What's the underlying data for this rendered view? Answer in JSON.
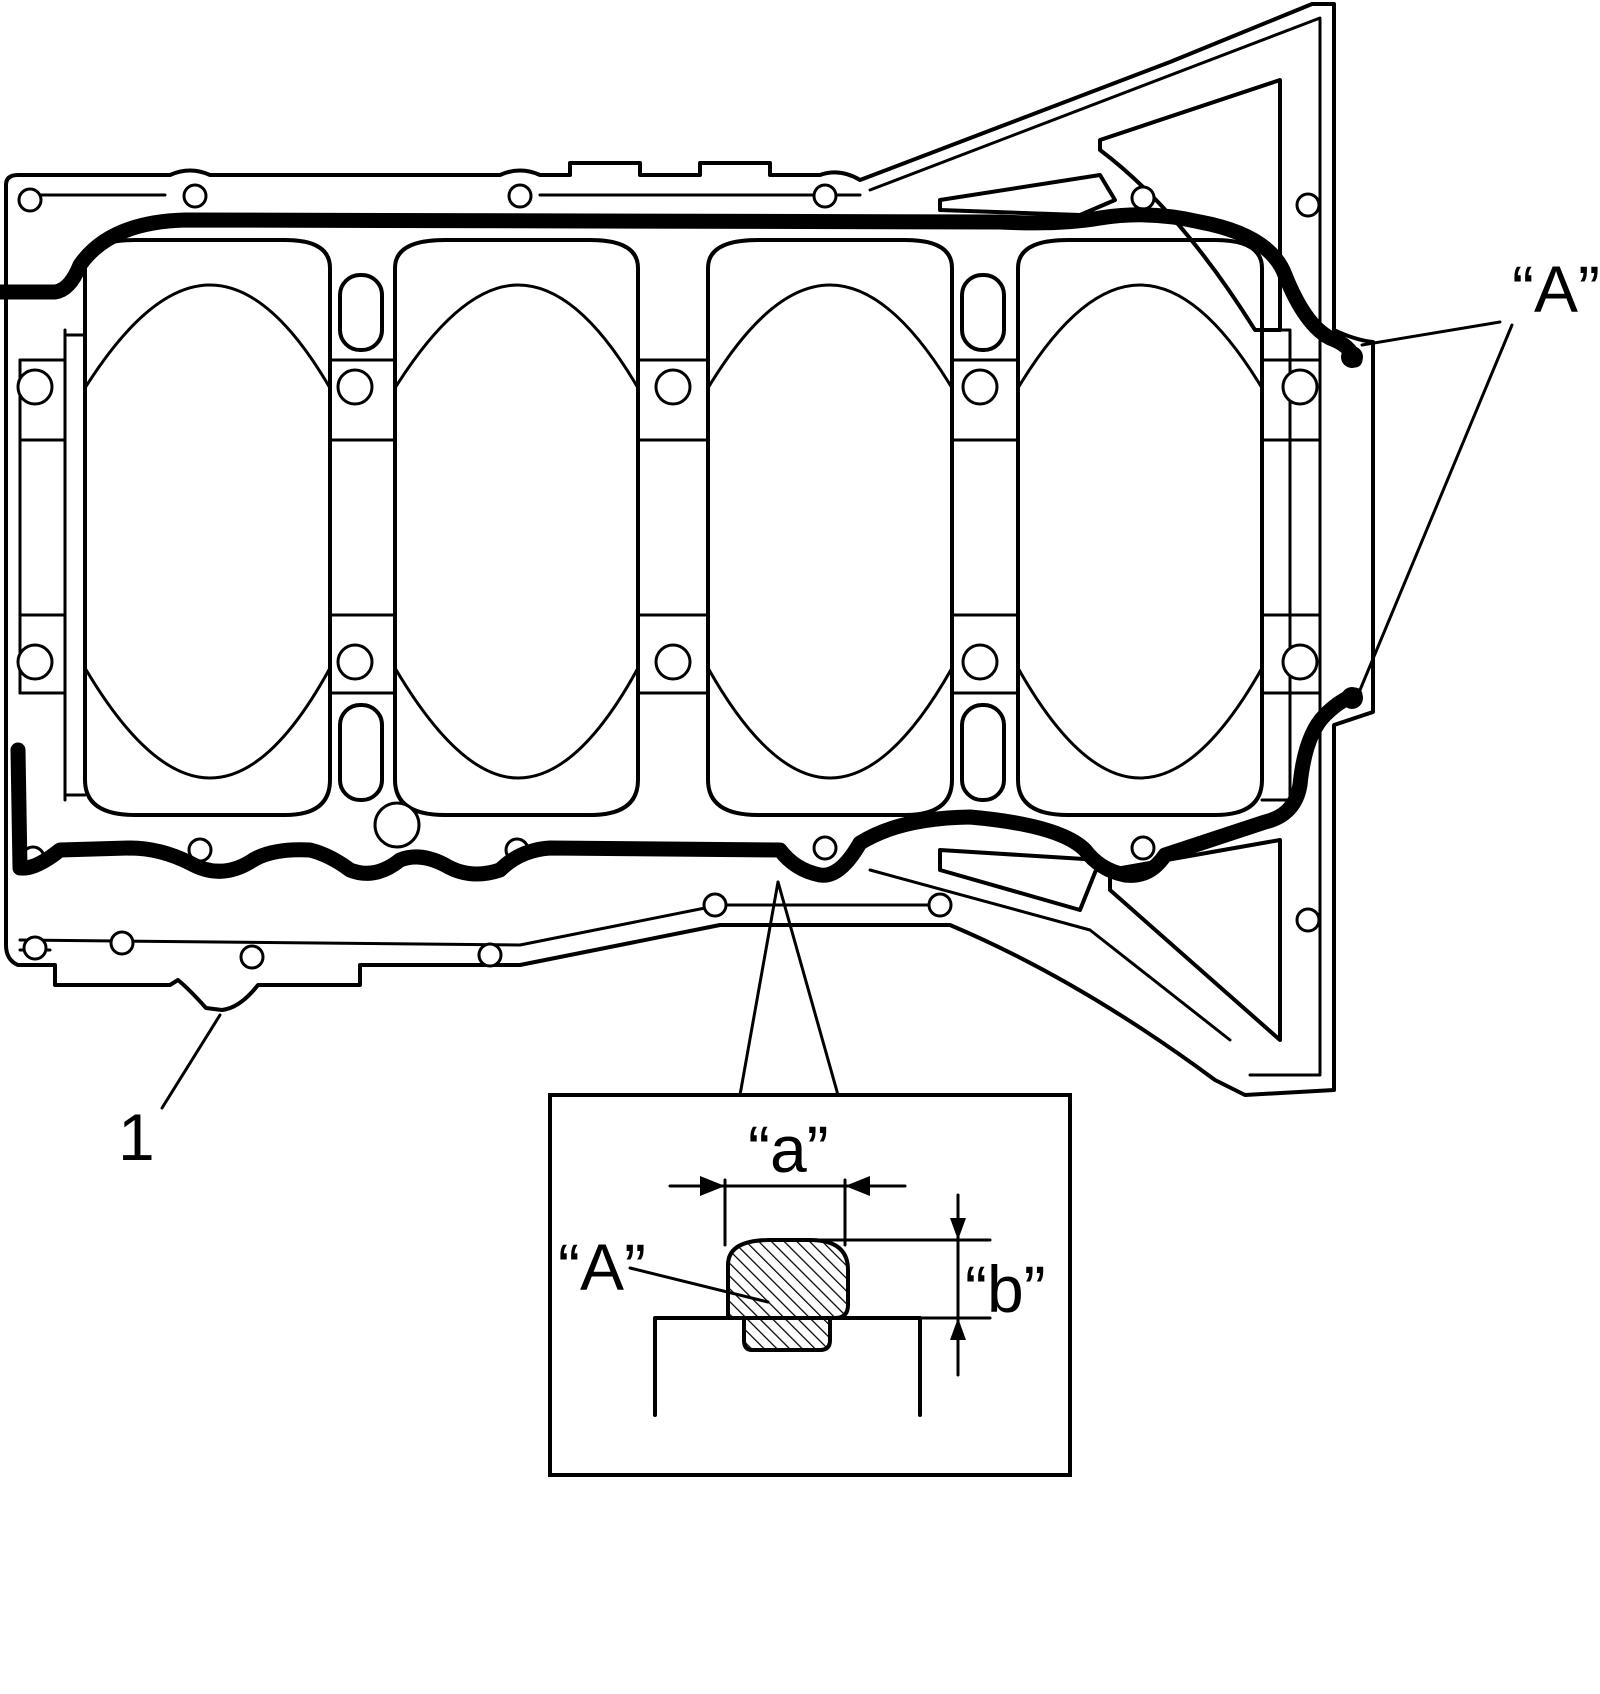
{
  "labels": {
    "part_number": "1",
    "bead_label_main": "“A”",
    "bead_label_detail": "“A”",
    "dimension_width": "“a”",
    "dimension_height": "“b”"
  },
  "colors": {
    "line": "#000000",
    "background": "#ffffff"
  }
}
